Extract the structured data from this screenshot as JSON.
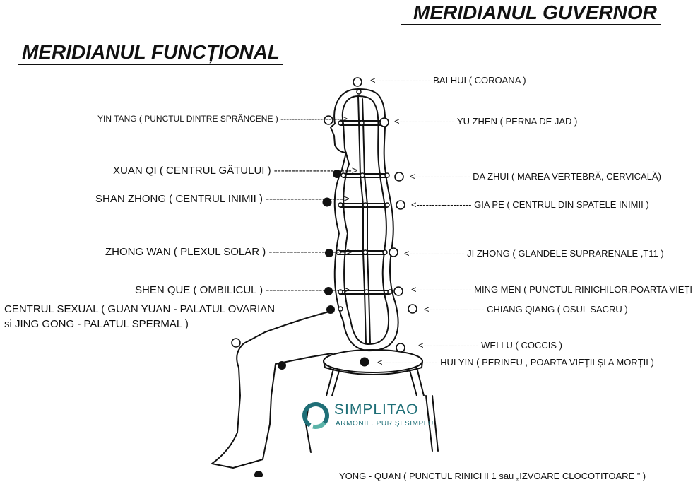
{
  "titles": {
    "governor": "MERIDIANUL GUVERNOR",
    "functional": "MERIDIANUL FUNCȚIONAL"
  },
  "labels": {
    "baihui": "<------------------  BAI HUI  ( COROANA )",
    "yintang": "YIN TANG ( PUNCTUL DINTRE SPRÂNCENE ) ---------------------->",
    "yuzhen": "<------------------  YU ZHEN ( PERNA DE JAD )",
    "xuanqi": "XUAN QI ( CENTRUL GÂTULUI ) ---------------------->",
    "dazhui": "<------------------  DA ZHUI ( MAREA VERTEBRĂ, CERVICALĂ)",
    "shanzhong": "SHAN ZHONG ( CENTRUL INIMII ) ---------------------->",
    "giape": "<------------------  GIA PE  ( CENTRUL DIN SPATELE INIMII )",
    "zhongwan": "ZHONG WAN ( PLEXUL SOLAR ) ---------------------->",
    "jizhong": "<------------------  JI ZHONG  ( GLANDELE SUPRARENALE ,T11 )",
    "shenque": "SHEN QUE ( OMBILICUL ) ---------------------->",
    "mingmen": "<------------------  MING MEN  ( PUNCTUL RINICHILOR,POARTA VIEȚII )",
    "sexual1": "CENTRUL SEXUAL ( GUAN YUAN - PALATUL OVARIAN",
    "sexual2": "si JING GONG - PALATUL SPERMAL )",
    "chiangqiang": "<------------------  CHIANG QIANG ( OSUL SACRU )",
    "weilu": "<------------------  WEI LU ( COCCIS )",
    "huiyin": "<------------------  HUI YIN ( PERINEU , POARTA  VIEȚII ȘI A MORȚII )",
    "yongquan": "YONG - QUAN ( PUNCTUL RINICHI 1 sau „IZVOARE CLOCOTITOARE ” )"
  },
  "logo": {
    "name": "SIMPLITAO",
    "tagline": "ARMONIE. PUR ȘI SIMPLU",
    "color": "#1f6f77"
  }
}
